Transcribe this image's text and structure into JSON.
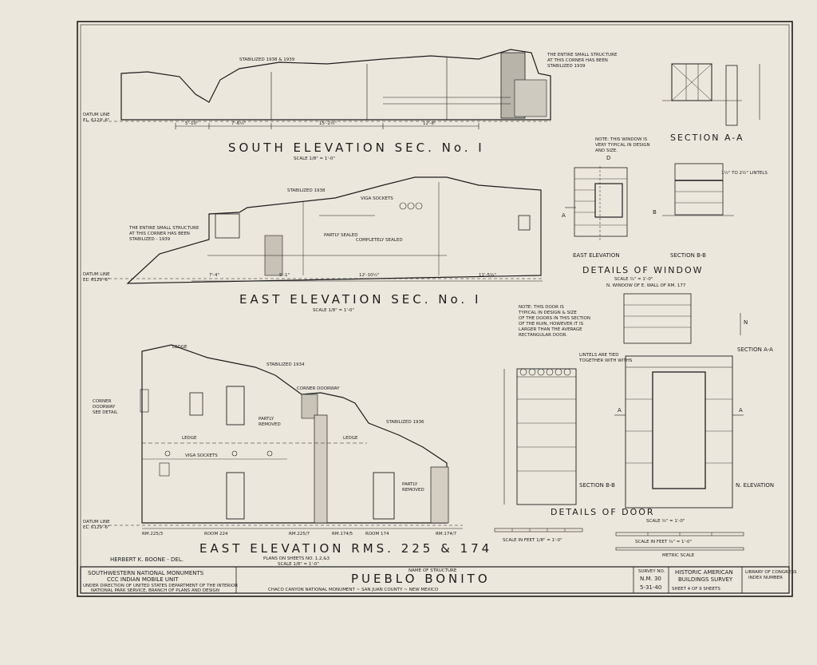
{
  "drawings": {
    "south_elevation": {
      "title": "SOUTH ELEVATION SEC. No. I",
      "scale": "SCALE 1/8\" = 1'-0\"",
      "stabilized": "STABILIZED 1938 & 1939",
      "corner_note": [
        "THE ENTIRE SMALL STRUCTURE",
        "AT THIS CORNER HAS BEEN",
        "STABILIZED 1939"
      ],
      "datum": [
        "DATUM LINE",
        "EL. 6129'-6\""
      ],
      "dims": [
        "5'-10\"",
        "7'-6½\"",
        "15'-2½\"",
        "12'-8\""
      ]
    },
    "section_a_a_top": {
      "label": "SECTION A-A"
    },
    "east_elevation": {
      "title": "EAST ELEVATION SEC. No. I",
      "scale": "SCALE 1/8\" = 1'-0\"",
      "stabilized": "STABILIZED 1938",
      "viga": "VIGA SOCKETS",
      "partly_sealed": "PARTLY SEALED",
      "completely_sealed": "COMPLETELY SEALED",
      "corner_note": [
        "THE ENTIRE SMALL STRUCTURE",
        "AT THIS CORNER HAS BEEN",
        "STABILIZED - 1939"
      ],
      "datum": [
        "DATUM LINE",
        "EL. 6129'-6\""
      ],
      "dims": [
        "7'-4\"",
        "5'-1\"",
        "12'-10½\"",
        "11'-5¾\""
      ]
    },
    "window_details": {
      "note": [
        "NOTE: THIS WINDOW IS",
        "VERY TYPICAL IN DESIGN",
        "AND SIZE."
      ],
      "title": "DETAILS OF WINDOW",
      "scale": "SCALE ¾\" = 1'-0\"",
      "location": "N. WINDOW OF E. WALL OF RM. 177",
      "east_label": "EAST ELEVATION",
      "section_label": "SECTION B-B",
      "lintel_note": "1½\" TO 2½\" LINTELS",
      "mark_a": "A",
      "mark_b": "B",
      "mark_d": "D"
    },
    "east_elevation_rms": {
      "title": "EAST ELEVATION RMS. 225 & 174",
      "plans": "PLANS ON SHEETS NO. 1,2,&3",
      "scale": "SCALE 1/8\" = 1'-0\"",
      "ledge": "LEDGE",
      "ledge2": "LEDGE",
      "ledge3": "LEDGE",
      "stabilized": "STABILIZED 1934",
      "stabilized2": "STABILIZED 1936",
      "corner_doorway": "CORNER DOORWAY",
      "corner_doorway_left": [
        "CORNER",
        "DOORWAY",
        "SEE DETAIL"
      ],
      "partly_removed": [
        "PARTLY",
        "REMOVED"
      ],
      "partly_removed2": [
        "PARTLY",
        "REMOVED"
      ],
      "viga": "VIGA SOCKETS",
      "datum": [
        "DATUM LINE",
        "EL. 6129'-6\""
      ],
      "rooms": [
        "RM.225/3",
        "ROOM 224",
        "RM.225/7",
        "RM.174/5",
        "ROOM 174",
        "RM.174/7"
      ],
      "author": "HERBERT K. BOONE - DEL."
    },
    "door_details": {
      "note": [
        "NOTE: THIS DOOR IS",
        "TYPICAL IN DESIGN & SIZE",
        "OF THE DOORS IN THIS SECTION",
        "OF THE RUIN, HOWEVER IT IS",
        "LARGER THAN THE AVERAGE",
        "RECTANGULAR DOOR."
      ],
      "lintel_note": [
        "LINTELS ARE TIED",
        "TOGETHER WITH WITHS"
      ],
      "title": "DETAILS OF DOOR",
      "scale": "SCALE ¾\" = 1'-0\"",
      "section_aa": "SECTION A-A",
      "section_bb": "SECTION B-B",
      "n_elevation": "N. ELEVATION",
      "mark_a": "A",
      "north": "N"
    },
    "scales": {
      "feet_left": "SCALE IN FEET 1/8\" = 1'-0\"",
      "feet_right": "SCALE IN FEET ¾\" = 1'-0\"",
      "metric": "METRIC SCALE"
    }
  },
  "title_block": {
    "org1": "SOUTHWESTERN NATIONAL MONUMENTS",
    "org2": "CCC INDIAN MOBILE UNIT",
    "org3": "UNDER DIRECTION OF UNITED STATES DEPARTMENT OF THE INTERIOR",
    "org4": "NATIONAL PARK SERVICE, BRANCH OF PLANS AND DESIGN",
    "name_label": "NAME OF STRUCTURE",
    "structure": "PUEBLO BONITO",
    "location": "CHACO CANYON NATIONAL MONUMENT ~ SAN JUAN COUNTY ~ NEW MEXICO",
    "survey_label": "SURVEY NO.",
    "survey_no": "N.M. 30",
    "date": "5-31-40",
    "hab1": "HISTORIC AMERICAN",
    "hab2": "BUILDINGS SURVEY",
    "sheet": "SHEET 4 OF 9 SHEETS",
    "index_1": "LIBRARY OF CONGRESS",
    "index_2": "INDEX NUMBER"
  },
  "colors": {
    "paper": "#ece7dc",
    "ink": "#1d1d1d"
  }
}
